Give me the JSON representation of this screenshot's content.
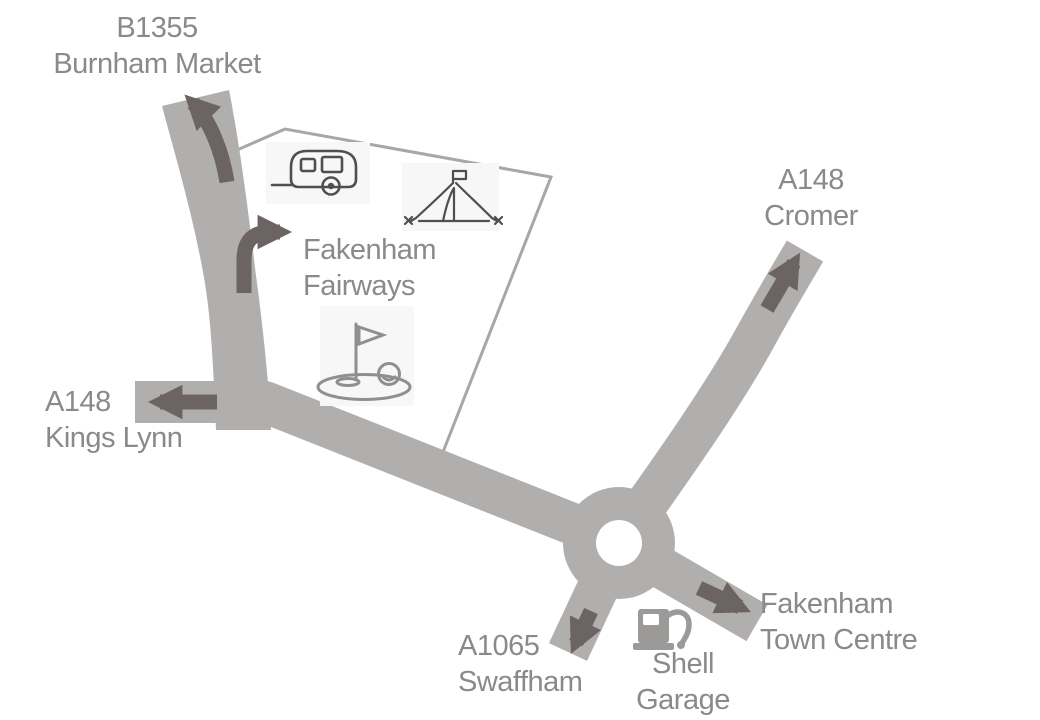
{
  "labels": {
    "burnham": {
      "road": "B1355",
      "place": "Burnham Market"
    },
    "cromer": {
      "road": "A148",
      "place": "Cromer"
    },
    "kings_lynn": {
      "road": "A148",
      "place": "Kings Lynn"
    },
    "swaffham": {
      "road": "A1065",
      "place": "Swaffham"
    },
    "site": {
      "line1": "Fakenham",
      "line2": "Fairways"
    },
    "garage": {
      "line1": "Shell",
      "line2": "Garage"
    },
    "town_centre": {
      "line1": "Fakenham",
      "line2": "Town Centre"
    }
  },
  "icons": [
    "caravan-icon",
    "tent-icon",
    "golf-green-icon",
    "fuel-pump-icon",
    "roundabout"
  ],
  "theme": {
    "bg": "#ffffff",
    "road": "#b1aeae",
    "arrow": "#6b6462",
    "text": "#8a8a8a",
    "boundary": "#a9a6a6",
    "icon": "#4f4f4f",
    "icon-light": "#8f8f8f",
    "pump": "#9c9999",
    "backdrop": "#f7f7f7"
  }
}
